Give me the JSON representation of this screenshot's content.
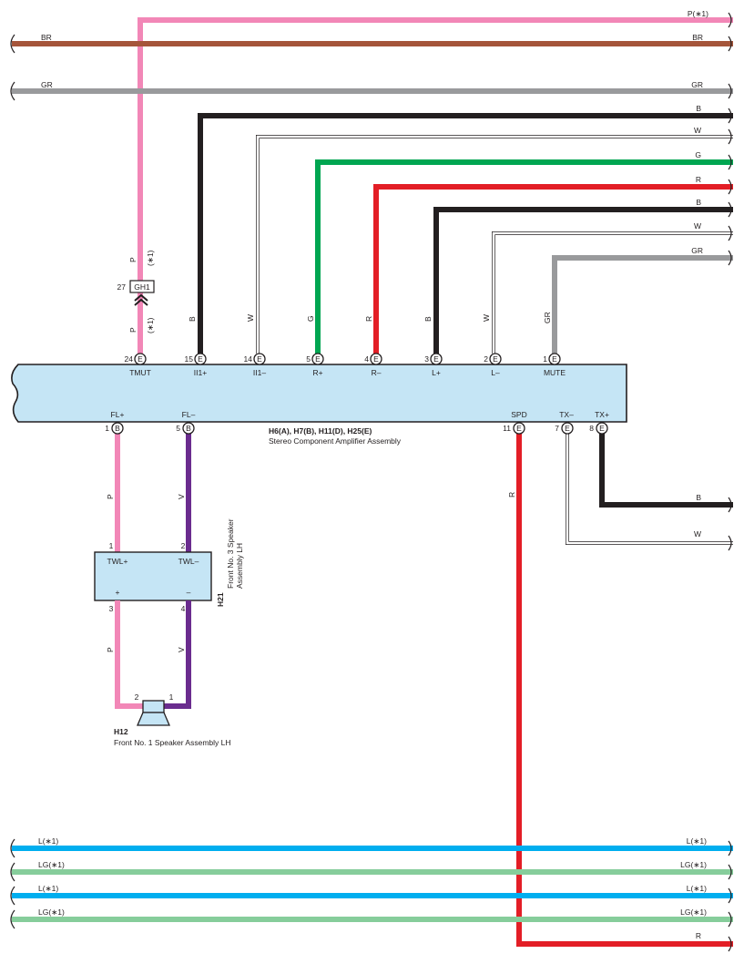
{
  "colors": {
    "P": "#f287b7",
    "BR": "#a5553a",
    "GR": "#999a9c",
    "B": "#231f20",
    "W": "#231f20",
    "G": "#00a651",
    "R": "#e31e26",
    "L": "#00aeef",
    "LG": "#86cd9b",
    "V": "#6a2c8e",
    "body_fill": "#c5e5f5"
  },
  "top_wires": {
    "p1": "P(∗1)",
    "br_left": "BR",
    "br_right": "BR",
    "gr_left": "GR",
    "gr_right": "GR",
    "b1": "B",
    "w1": "W",
    "g1": "G",
    "r1": "R",
    "b2": "B",
    "w2": "W",
    "gr2": "GR"
  },
  "vertical_wires": {
    "p_upper": "P",
    "p_upper_note": "(∗1)",
    "p_lower": "P",
    "p_lower_note": "(∗1)",
    "b1": "B",
    "w1": "W",
    "g1": "G",
    "r1": "R",
    "b2": "B",
    "w2": "W",
    "gr1": "GR"
  },
  "junction": {
    "pin": "27",
    "label": "GH1"
  },
  "amplifier": {
    "codes": "H6(A), H7(B), H11(D), H25(E)",
    "name": "Stereo Component Amplifier Assembly",
    "top_pins": [
      {
        "num": "24",
        "conn": "E",
        "label": "TMUT"
      },
      {
        "num": "15",
        "conn": "E",
        "label": "II1+"
      },
      {
        "num": "14",
        "conn": "E",
        "label": "II1–"
      },
      {
        "num": "5",
        "conn": "E",
        "label": "R+"
      },
      {
        "num": "4",
        "conn": "E",
        "label": "R–"
      },
      {
        "num": "3",
        "conn": "E",
        "label": "L+"
      },
      {
        "num": "2",
        "conn": "E",
        "label": "L–"
      },
      {
        "num": "1",
        "conn": "E",
        "label": "MUTE"
      }
    ],
    "bottom_pins": [
      {
        "num": "1",
        "conn": "B",
        "label": "FL+"
      },
      {
        "num": "5",
        "conn": "B",
        "label": "FL–"
      },
      {
        "num": "11",
        "conn": "E",
        "label": "SPD"
      },
      {
        "num": "7",
        "conn": "E",
        "label": "TX–"
      },
      {
        "num": "8",
        "conn": "E",
        "label": "TX+"
      }
    ]
  },
  "tx_wires": {
    "b": "B",
    "w": "W"
  },
  "speaker3": {
    "code": "H21",
    "name_line1": "Front No. 3 Speaker",
    "name_line2": "Assembly LH",
    "pin_top_left": "1",
    "pin_top_right": "2",
    "label_top_left": "TWL+",
    "label_top_right": "TWL–",
    "label_bottom_left": "+",
    "label_bottom_right": "–",
    "pin_bottom_left": "3",
    "pin_bottom_right": "4",
    "wire_upper_left": "P",
    "wire_upper_right": "V",
    "wire_lower_left": "P",
    "wire_lower_right": "V"
  },
  "speaker1": {
    "code": "H12",
    "name": "Front No. 1 Speaker Assembly LH",
    "pin_left": "2",
    "pin_right": "1"
  },
  "bottom_wires": {
    "l1_left": "L(∗1)",
    "l1_right": "L(∗1)",
    "lg1_left": "LG(∗1)",
    "lg1_right": "LG(∗1)",
    "l2_left": "L(∗1)",
    "l2_right": "L(∗1)",
    "lg2_left": "LG(∗1)",
    "lg2_right": "LG(∗1)",
    "spd_r": "R",
    "spd_vertical": "R"
  }
}
